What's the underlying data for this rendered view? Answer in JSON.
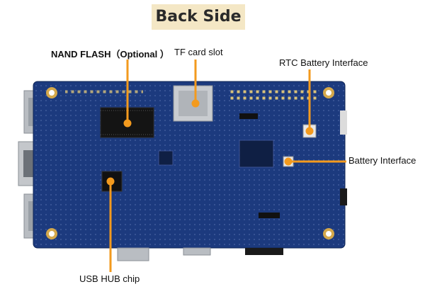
{
  "title": "Back Side",
  "callouts": {
    "nand_flash": "NAND FLASH（Optional ）",
    "tf_card_slot": "TF card slot",
    "rtc_battery": "RTC Battery Interface",
    "battery_interface": "Battery Interface",
    "usb_hub": "USB HUB chip"
  },
  "colors": {
    "board": "#1c3a7e",
    "board_dark": "#142a60",
    "callout_line": "#f39a1e",
    "title_bg": "#f4e7c5",
    "metal": "#b9bdc2"
  }
}
